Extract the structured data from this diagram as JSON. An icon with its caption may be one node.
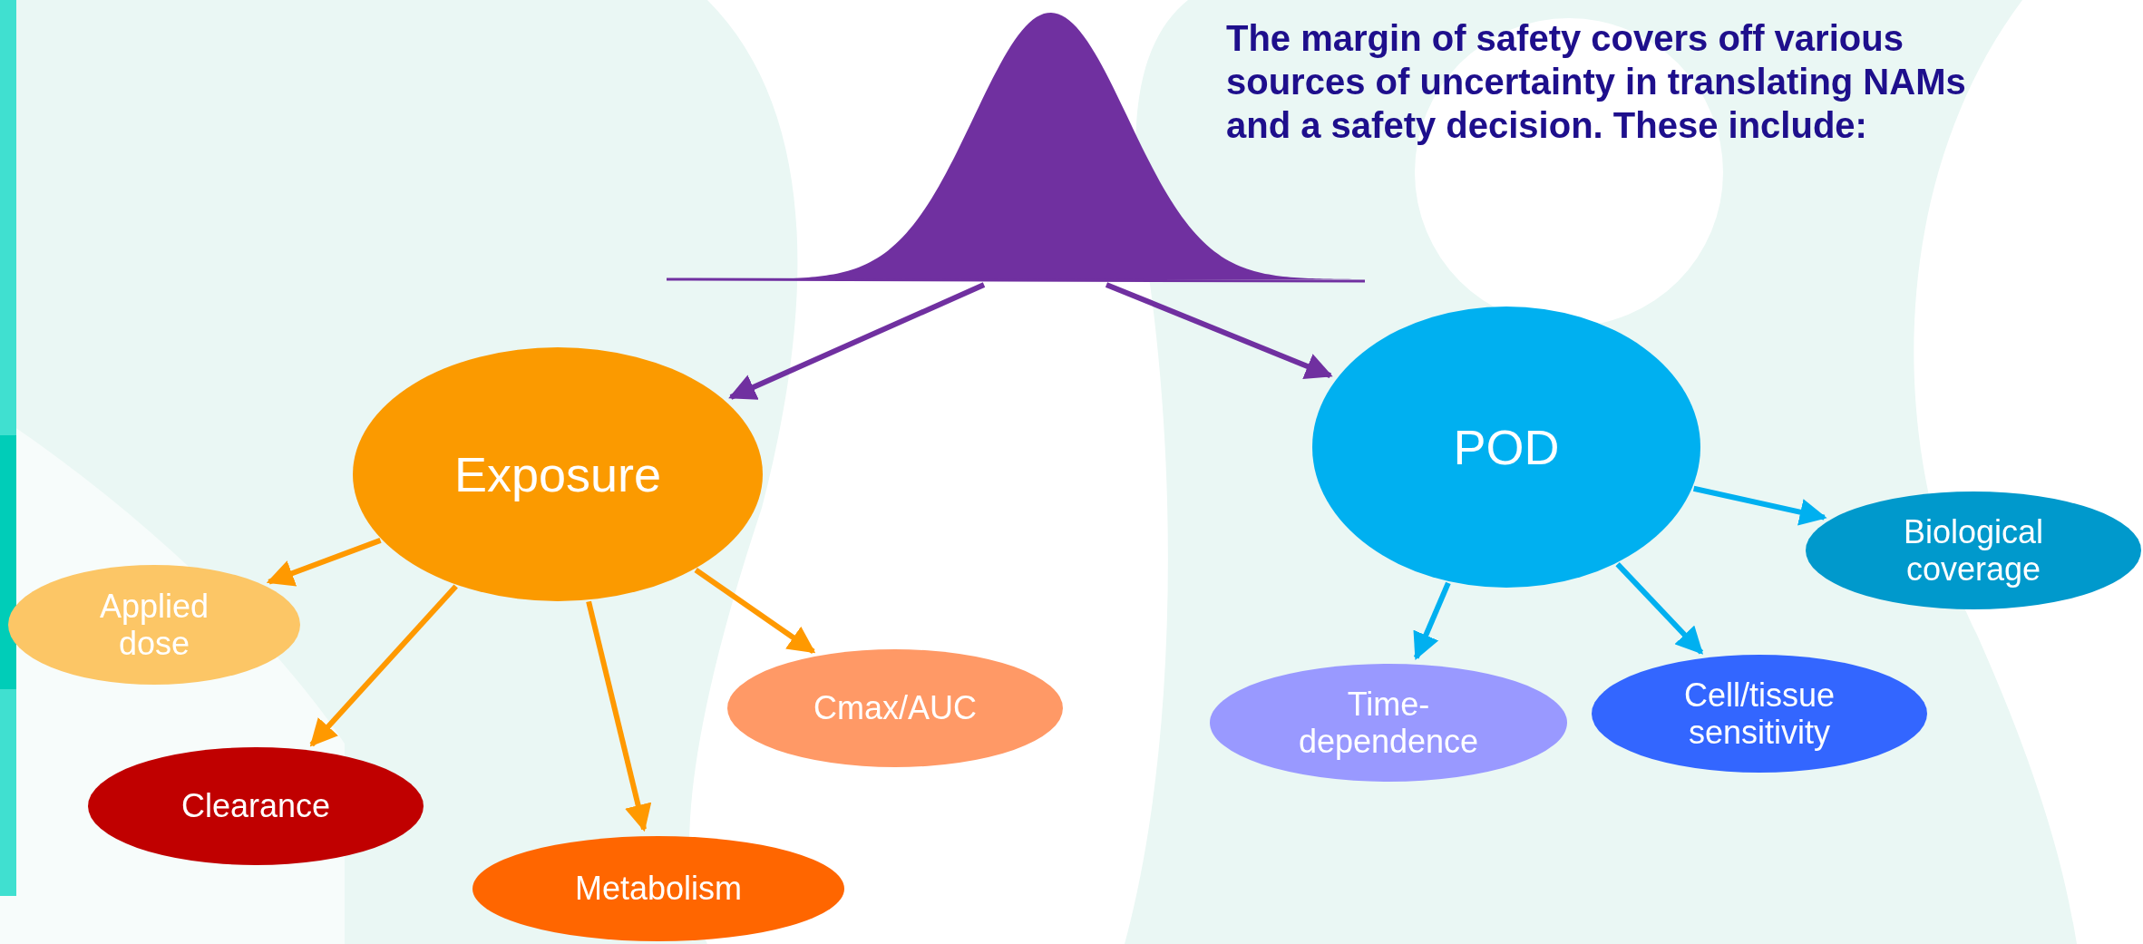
{
  "diagram": {
    "nodes": [
      {
        "text": [],
        "shape": "curve"
      },
      {
        "text": [
          "Exposure"
        ]
      },
      {
        "text": [
          "POD"
        ]
      },
      {
        "text": [
          "Applied dose"
        ]
      },
      {
        "text": [
          "Clearance"
        ]
      },
      {
        "text": [
          "Metabolism"
        ]
      },
      {
        "text": [
          "Cmax/AUC"
        ]
      },
      {
        "text": [
          "Time-dependence"
        ]
      },
      {
        "text": [
          "Cell/tissue sensitivity"
        ]
      },
      {
        "text": [
          "Biological coverage"
        ]
      }
    ],
    "edges": [
      {
        "from": 0,
        "to": 1,
        "arrow": "to",
        "color": "#7030a0"
      },
      {
        "from": 0,
        "to": 2,
        "arrow": "to",
        "color": "#7030a0"
      },
      {
        "from": 1,
        "to": 3,
        "arrow": "to",
        "color": "#ff9900"
      },
      {
        "from": 1,
        "to": 4,
        "arrow": "to",
        "color": "#ff9900"
      },
      {
        "from": 1,
        "to": 5,
        "arrow": "to",
        "color": "#ff9900"
      },
      {
        "from": 1,
        "to": 6,
        "arrow": "to",
        "color": "#ff9900"
      },
      {
        "from": 2,
        "to": 7,
        "arrow": "to",
        "color": "#00b0f0"
      },
      {
        "from": 2,
        "to": 8,
        "arrow": "to",
        "color": "#00b0f0"
      },
      {
        "from": 2,
        "to": 9,
        "arrow": "to",
        "color": "#00b0f0"
      }
    ],
    "labels": [
      "The margin of safety covers off various sources of uncertainty in translating NAMs and a safety decision. These include:"
    ]
  }
}
